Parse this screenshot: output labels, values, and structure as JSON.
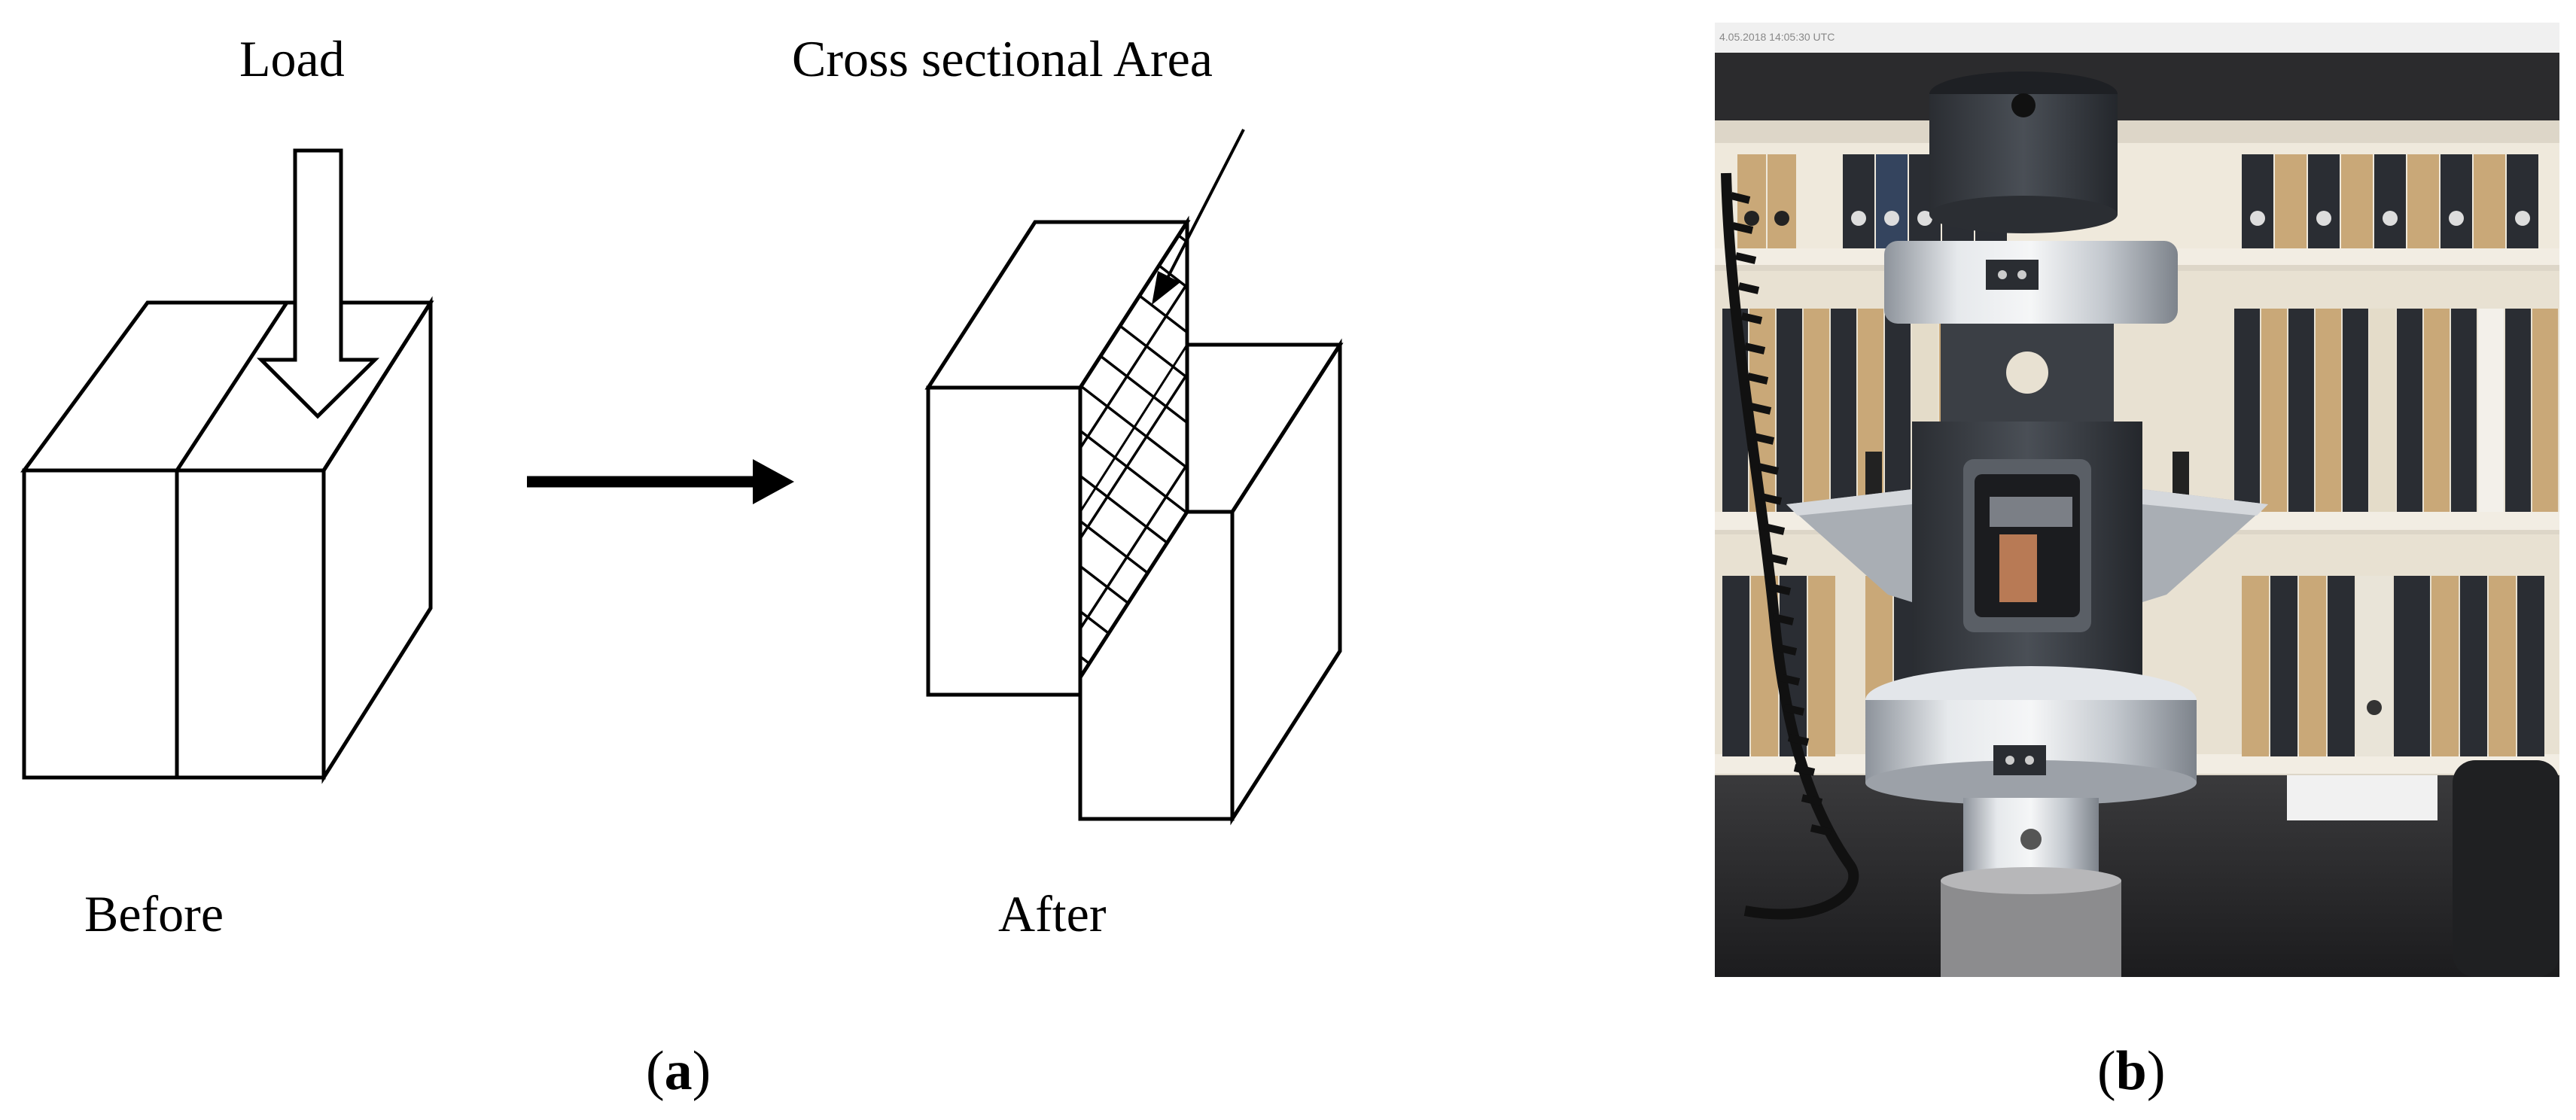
{
  "diagram": {
    "load_label": "Load",
    "cross_section_label": "Cross sectional Area",
    "before_label": "Before",
    "after_label": "After"
  },
  "captions": {
    "a": "a",
    "b": "b"
  },
  "photo": {
    "watermark_text": "4.05.2018 14:05:30 UTC"
  },
  "colors": {
    "line": "#000000",
    "background": "#ffffff",
    "shelf": "#e8e2d6",
    "binder_dark": "#2a2d33",
    "binder_tan": "#c9a878",
    "steel": "#c8ccd2",
    "fixture_dark": "#3b3f45",
    "specimen": "#b87a55"
  }
}
